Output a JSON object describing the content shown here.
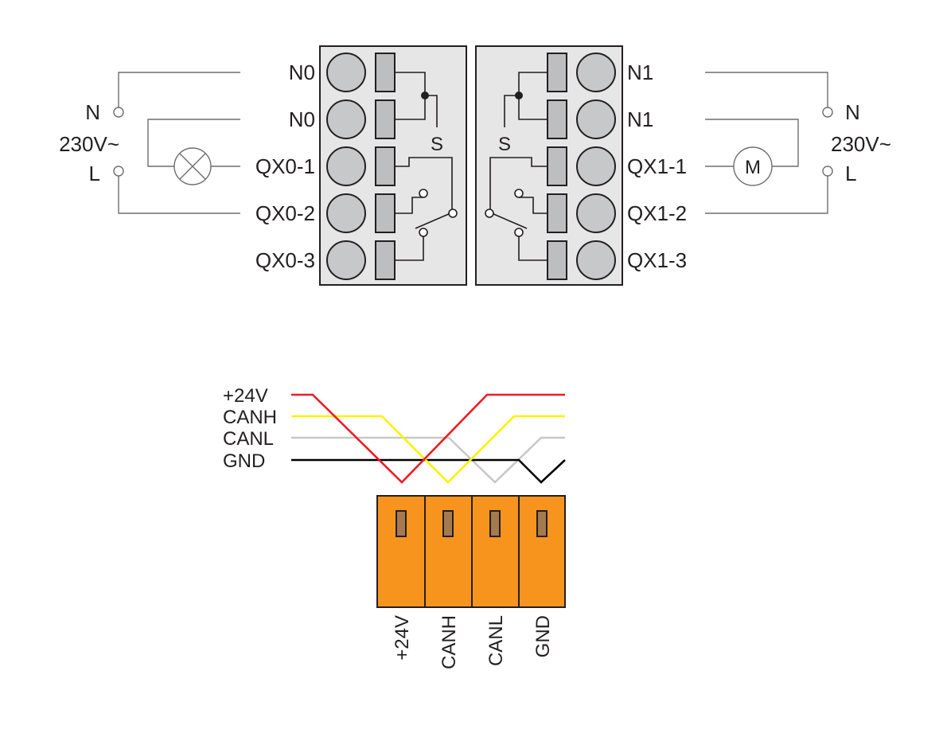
{
  "left_block": {
    "terminals": [
      "N0",
      "N0",
      "QX0-1",
      "QX0-2",
      "QX0-3"
    ],
    "switch_label": "S",
    "supply": {
      "n_label": "N",
      "voltage_label": "230V~",
      "l_label": "L"
    },
    "load_icon": "lamp-icon"
  },
  "right_block": {
    "terminals": [
      "N1",
      "N1",
      "QX1-1",
      "QX1-2",
      "QX1-3"
    ],
    "switch_label": "S",
    "supply": {
      "n_label": "N",
      "voltage_label": "230V~",
      "l_label": "L"
    },
    "load_icon": "motor-icon",
    "motor_label": "M"
  },
  "can_bus": {
    "wire_labels": [
      "+24V",
      "CANH",
      "CANL",
      "GND"
    ],
    "connector_labels": [
      "+24V",
      "CANH",
      "CANL",
      "GND"
    ]
  },
  "colors": {
    "plus24v": "#ed1c24",
    "canh": "#fff200",
    "canl": "#c8c8c8",
    "gnd": "#000000",
    "connector": "#f7941d",
    "terminal_block": "#e6e6e6",
    "terminal_screw": "#c7c8ca"
  }
}
